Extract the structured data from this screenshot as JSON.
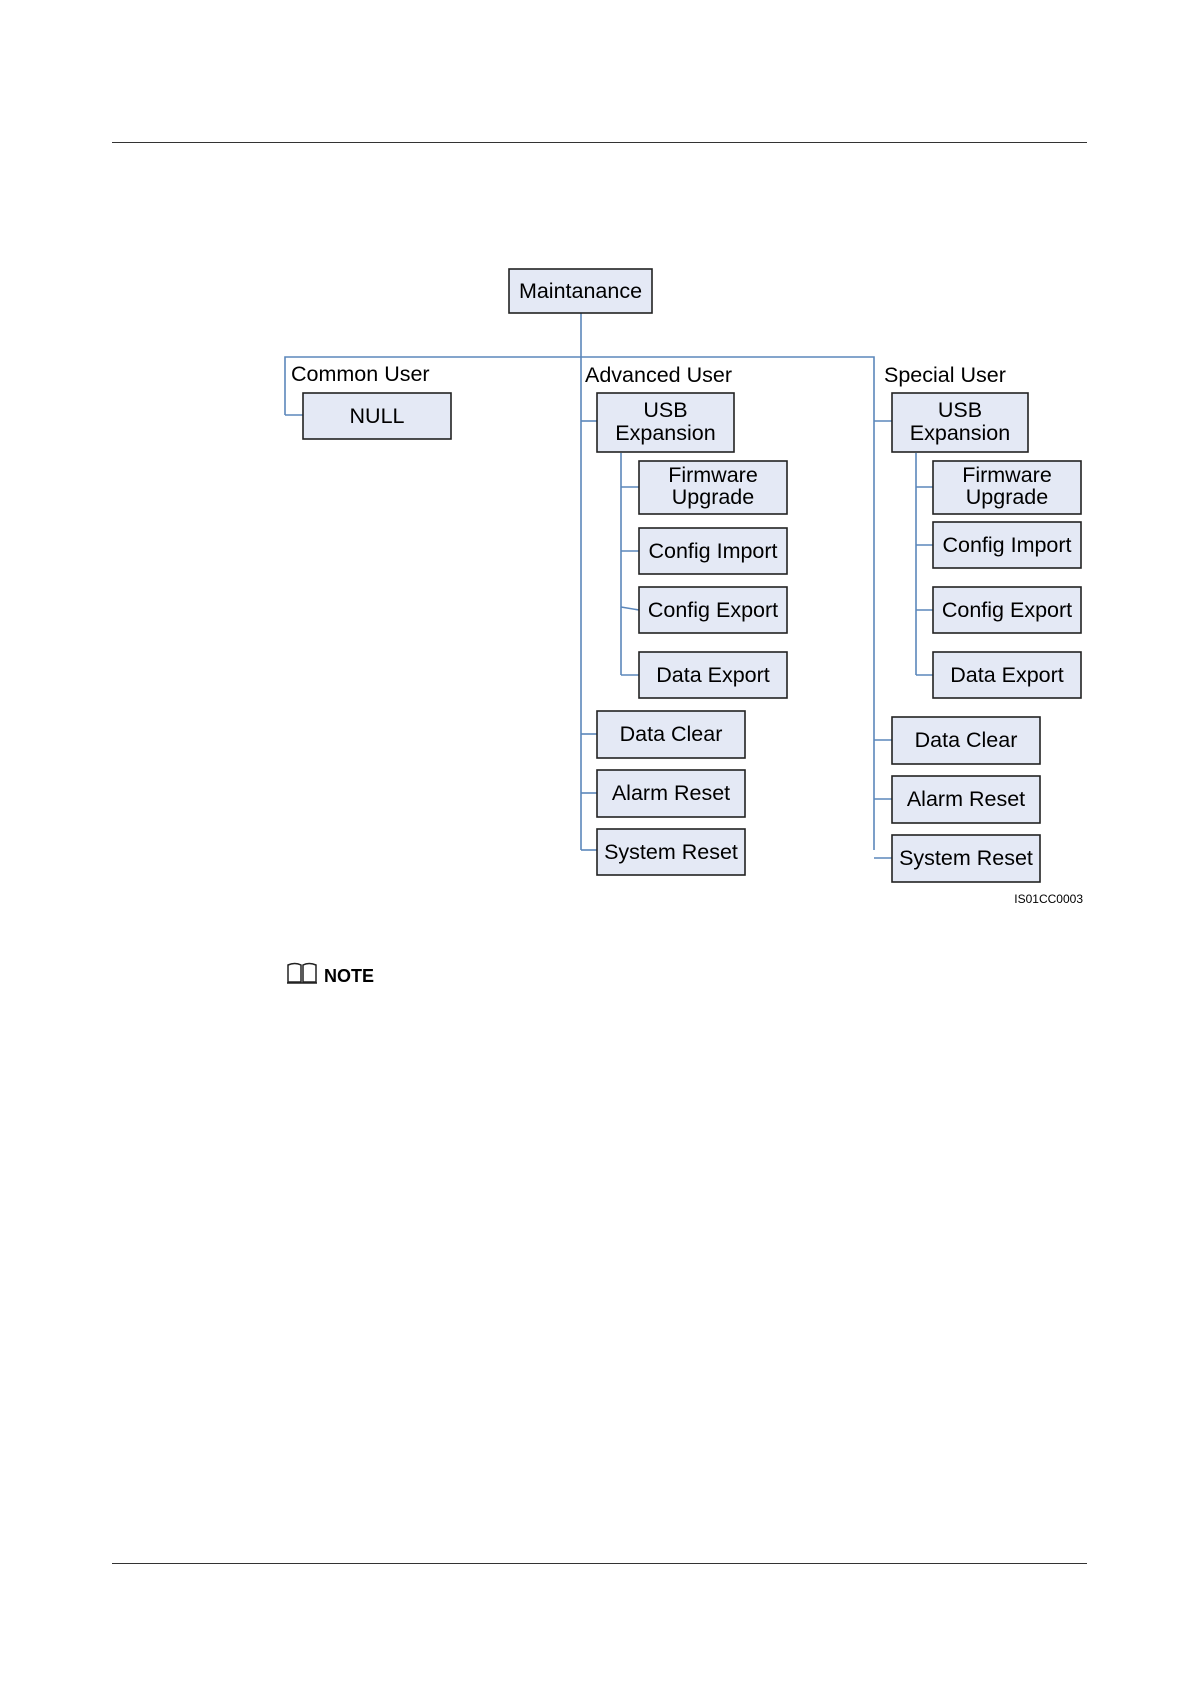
{
  "diagram": {
    "root": "Maintanance",
    "groups": {
      "common": {
        "label": "Common User",
        "items": {
          "null": "NULL"
        }
      },
      "advanced": {
        "label": "Advanced User",
        "items": {
          "usb_line1": "USB",
          "usb_line2": "Expansion",
          "fw_line1": "Firmware",
          "fw_line2": "Upgrade",
          "config_import": "Config Import",
          "config_export": "Config Export",
          "data_export": "Data Export",
          "data_clear": "Data Clear",
          "alarm_reset": "Alarm Reset",
          "system_reset": "System Reset"
        }
      },
      "special": {
        "label": "Special User",
        "items": {
          "usb_line1": "USB",
          "usb_line2": "Expansion",
          "fw_line1": "Firmware",
          "fw_line2": "Upgrade",
          "config_import": "Config Import",
          "config_export": "Config Export",
          "data_export": "Data Export",
          "data_clear": "Data Clear",
          "alarm_reset": "Alarm Reset",
          "system_reset": "System Reset"
        }
      }
    },
    "figure_id": "IS01CC0003"
  },
  "note": {
    "label": "NOTE",
    "icon": "book-icon"
  },
  "colors": {
    "box_fill": "#e4e9f5",
    "connector": "#5b87bb"
  }
}
